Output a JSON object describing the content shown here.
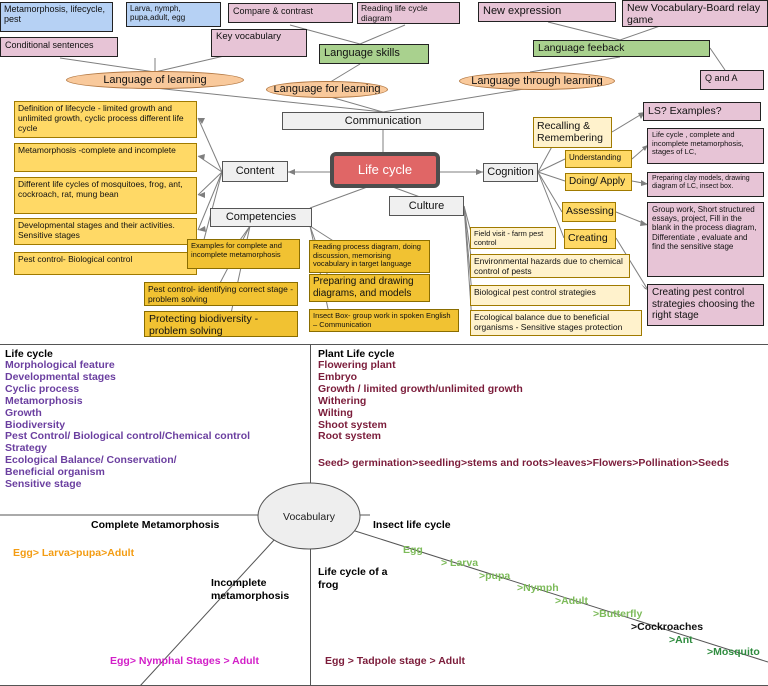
{
  "mindmap": {
    "center": "Life cycle",
    "communication": "Communication",
    "content": "Content",
    "cognition": "Cognition",
    "culture": "Culture",
    "competencies": "Competencies",
    "language_of_learning": "Language of learning",
    "language_for_learning": "Language for learning",
    "language_through_learning": "Language through learning",
    "metamorphosis_vocab": "Metamorphosis, lifecycle, pest",
    "larva_vocab": "Larva, nymph, pupa,adult, egg",
    "compare_contrast": "Compare & contrast",
    "reading_diagram": "Reading life cycle diagram",
    "new_expression": "New expression",
    "new_vocab_game": "New Vocabulary-Board relay game",
    "conditional_sentences": "Conditional sentences",
    "key_vocabulary": "Key vocabulary",
    "language_skills": "Language skills",
    "language_feedback": "Language feeback",
    "q_and_a": "Q and A",
    "content_items": [
      "Definition of lifecycle - limited growth and unlimited growth, cyclic process different life cycle",
      "Metamorphosis -complete and incomplete",
      "Different life cycles of mosquitoes, frog, ant, cockroach, rat, mung bean",
      "Developmental stages and their activities. Sensitive stages",
      "Pest control- Biological control"
    ],
    "competency_items": [
      "Examples for complete and incomplete metamorphosis",
      "Pest control- identifying correct stage - problem solving",
      "Protecting biodiversity - problem solving"
    ],
    "culture_items": [
      "Reading process diagram, doing discussion, memorising vocabulary in target language",
      "Preparing and drawing diagrams, and models",
      "Insect Box- group work in spoken English – Communication"
    ],
    "cognition_items": [
      "Recalling & Remembering",
      "Understanding",
      "Doing/ Apply",
      "Assessing",
      "Creating"
    ],
    "cognition_details": [
      "LS? Examples?",
      "Life cycle , complete and incomplete metamorphosis, stages of LC,",
      "Preparing clay models, drawing diagram of LC, insect box.",
      "Group work, Short structured essays, project, Fill in the blank in the process diagram, Differentiate , evaluate and find the sensitive stage",
      "Creating pest control strategies choosing the right stage"
    ],
    "culture_side_items": [
      "Field visit - farm pest control",
      "Environmental hazards due to chemical control of pests",
      "Biological pest control strategies",
      "Ecological balance due to beneficial organisms - Sensitive stages protection"
    ]
  },
  "vocabulary": {
    "center": "Vocabulary",
    "life_cycle_title": "Life cycle",
    "life_cycle_terms": [
      "Morphological feature",
      "Developmental stages",
      "Cyclic process",
      "Metamorphosis",
      "Growth",
      "Biodiversity",
      "Pest Control/ Biological control/Chemical control",
      "Strategy",
      "Ecological Balance/ Conservation/",
      "Beneficial organism",
      "Sensitive stage"
    ],
    "plant_title": "Plant Life cycle",
    "plant_terms": [
      "Flowering plant",
      "Embryo",
      "Growth / limited growth/unlimited growth",
      "Withering",
      "Wilting",
      "Shoot system",
      "Root system"
    ],
    "seed_sequence": "Seed> germination>seedling>stems and roots>leaves>Flowers>Pollination>Seeds",
    "complete_title": "Complete Metamorphosis",
    "complete_sequence": "Egg> Larva>pupa>Adult",
    "incomplete_title": "Incomplete metamorphosis",
    "incomplete_sequence": "Egg> Nymphal Stages > Adult",
    "insect_title": "Insect life cycle",
    "insect_steps": [
      "Egg",
      "> Larva",
      ">pupa",
      ">Nymph",
      ">Adult",
      ">Butterfly",
      ">Cockroaches",
      ">Ant",
      ">Mosquito"
    ],
    "frog_title": "Life cycle of a frog",
    "frog_sequence": "Egg > Tadpole stage > Adult"
  },
  "colors": {
    "purple_text": "#6b3fa0",
    "maroon_text": "#7b1c3a",
    "orange_text": "#f39c12",
    "magenta_text": "#d21fc8",
    "green_text": "#7dbb5a",
    "darkgreen_text": "#2e8b3e",
    "center_fill": "#e06666"
  }
}
